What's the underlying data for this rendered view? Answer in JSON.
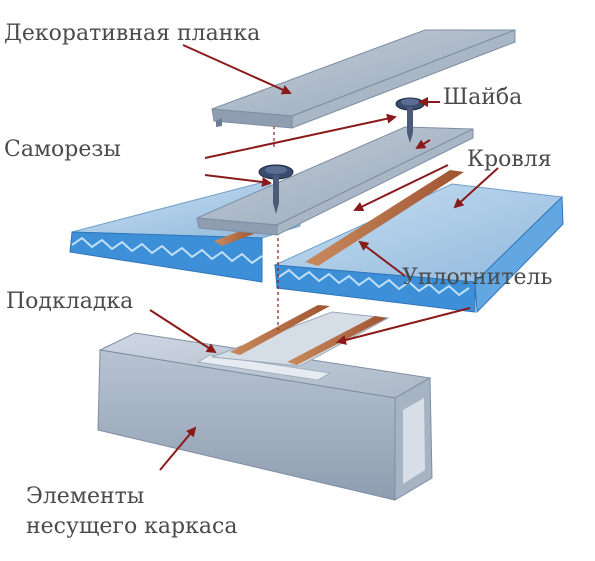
{
  "labels": {
    "decorative_strip": "Декоративная планка",
    "screws": "Саморезы",
    "washer": "Шайба",
    "roofing": "Кровля",
    "sealant": "Уплотнитель",
    "pad": "Подкладка",
    "frame_line1": "Элементы",
    "frame_line2": "несущего каркаса"
  },
  "colors": {
    "text": "#4a4a4a",
    "arrow": "#8b1a1a",
    "metal_light": "#c7d1dd",
    "metal_dark": "#8c9aac",
    "polycarbonate": "#3a8ed6",
    "polycarbonate_light": "#a9d0ef",
    "sealant": "#b86a3e",
    "screw": "#2f3e5c"
  }
}
